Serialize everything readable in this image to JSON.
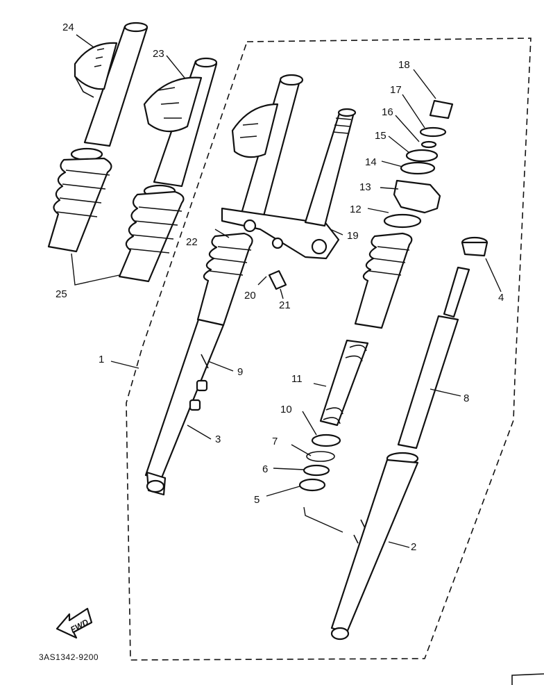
{
  "labels": {
    "l1": "1",
    "l2": "2",
    "l3": "3",
    "l4": "4",
    "l5": "5",
    "l6": "6",
    "l7": "7",
    "l8": "8",
    "l9": "9",
    "l10": "10",
    "l11": "11",
    "l12": "12",
    "l13": "13",
    "l14": "14",
    "l15": "15",
    "l16": "16",
    "l17": "17",
    "l18": "18",
    "l19": "19",
    "l20": "20",
    "l21": "21",
    "l22": "22",
    "l23": "23",
    "l24": "24",
    "l25": "25"
  },
  "fwd_label": "FWD",
  "diagram_code": "3AS1342-9200"
}
